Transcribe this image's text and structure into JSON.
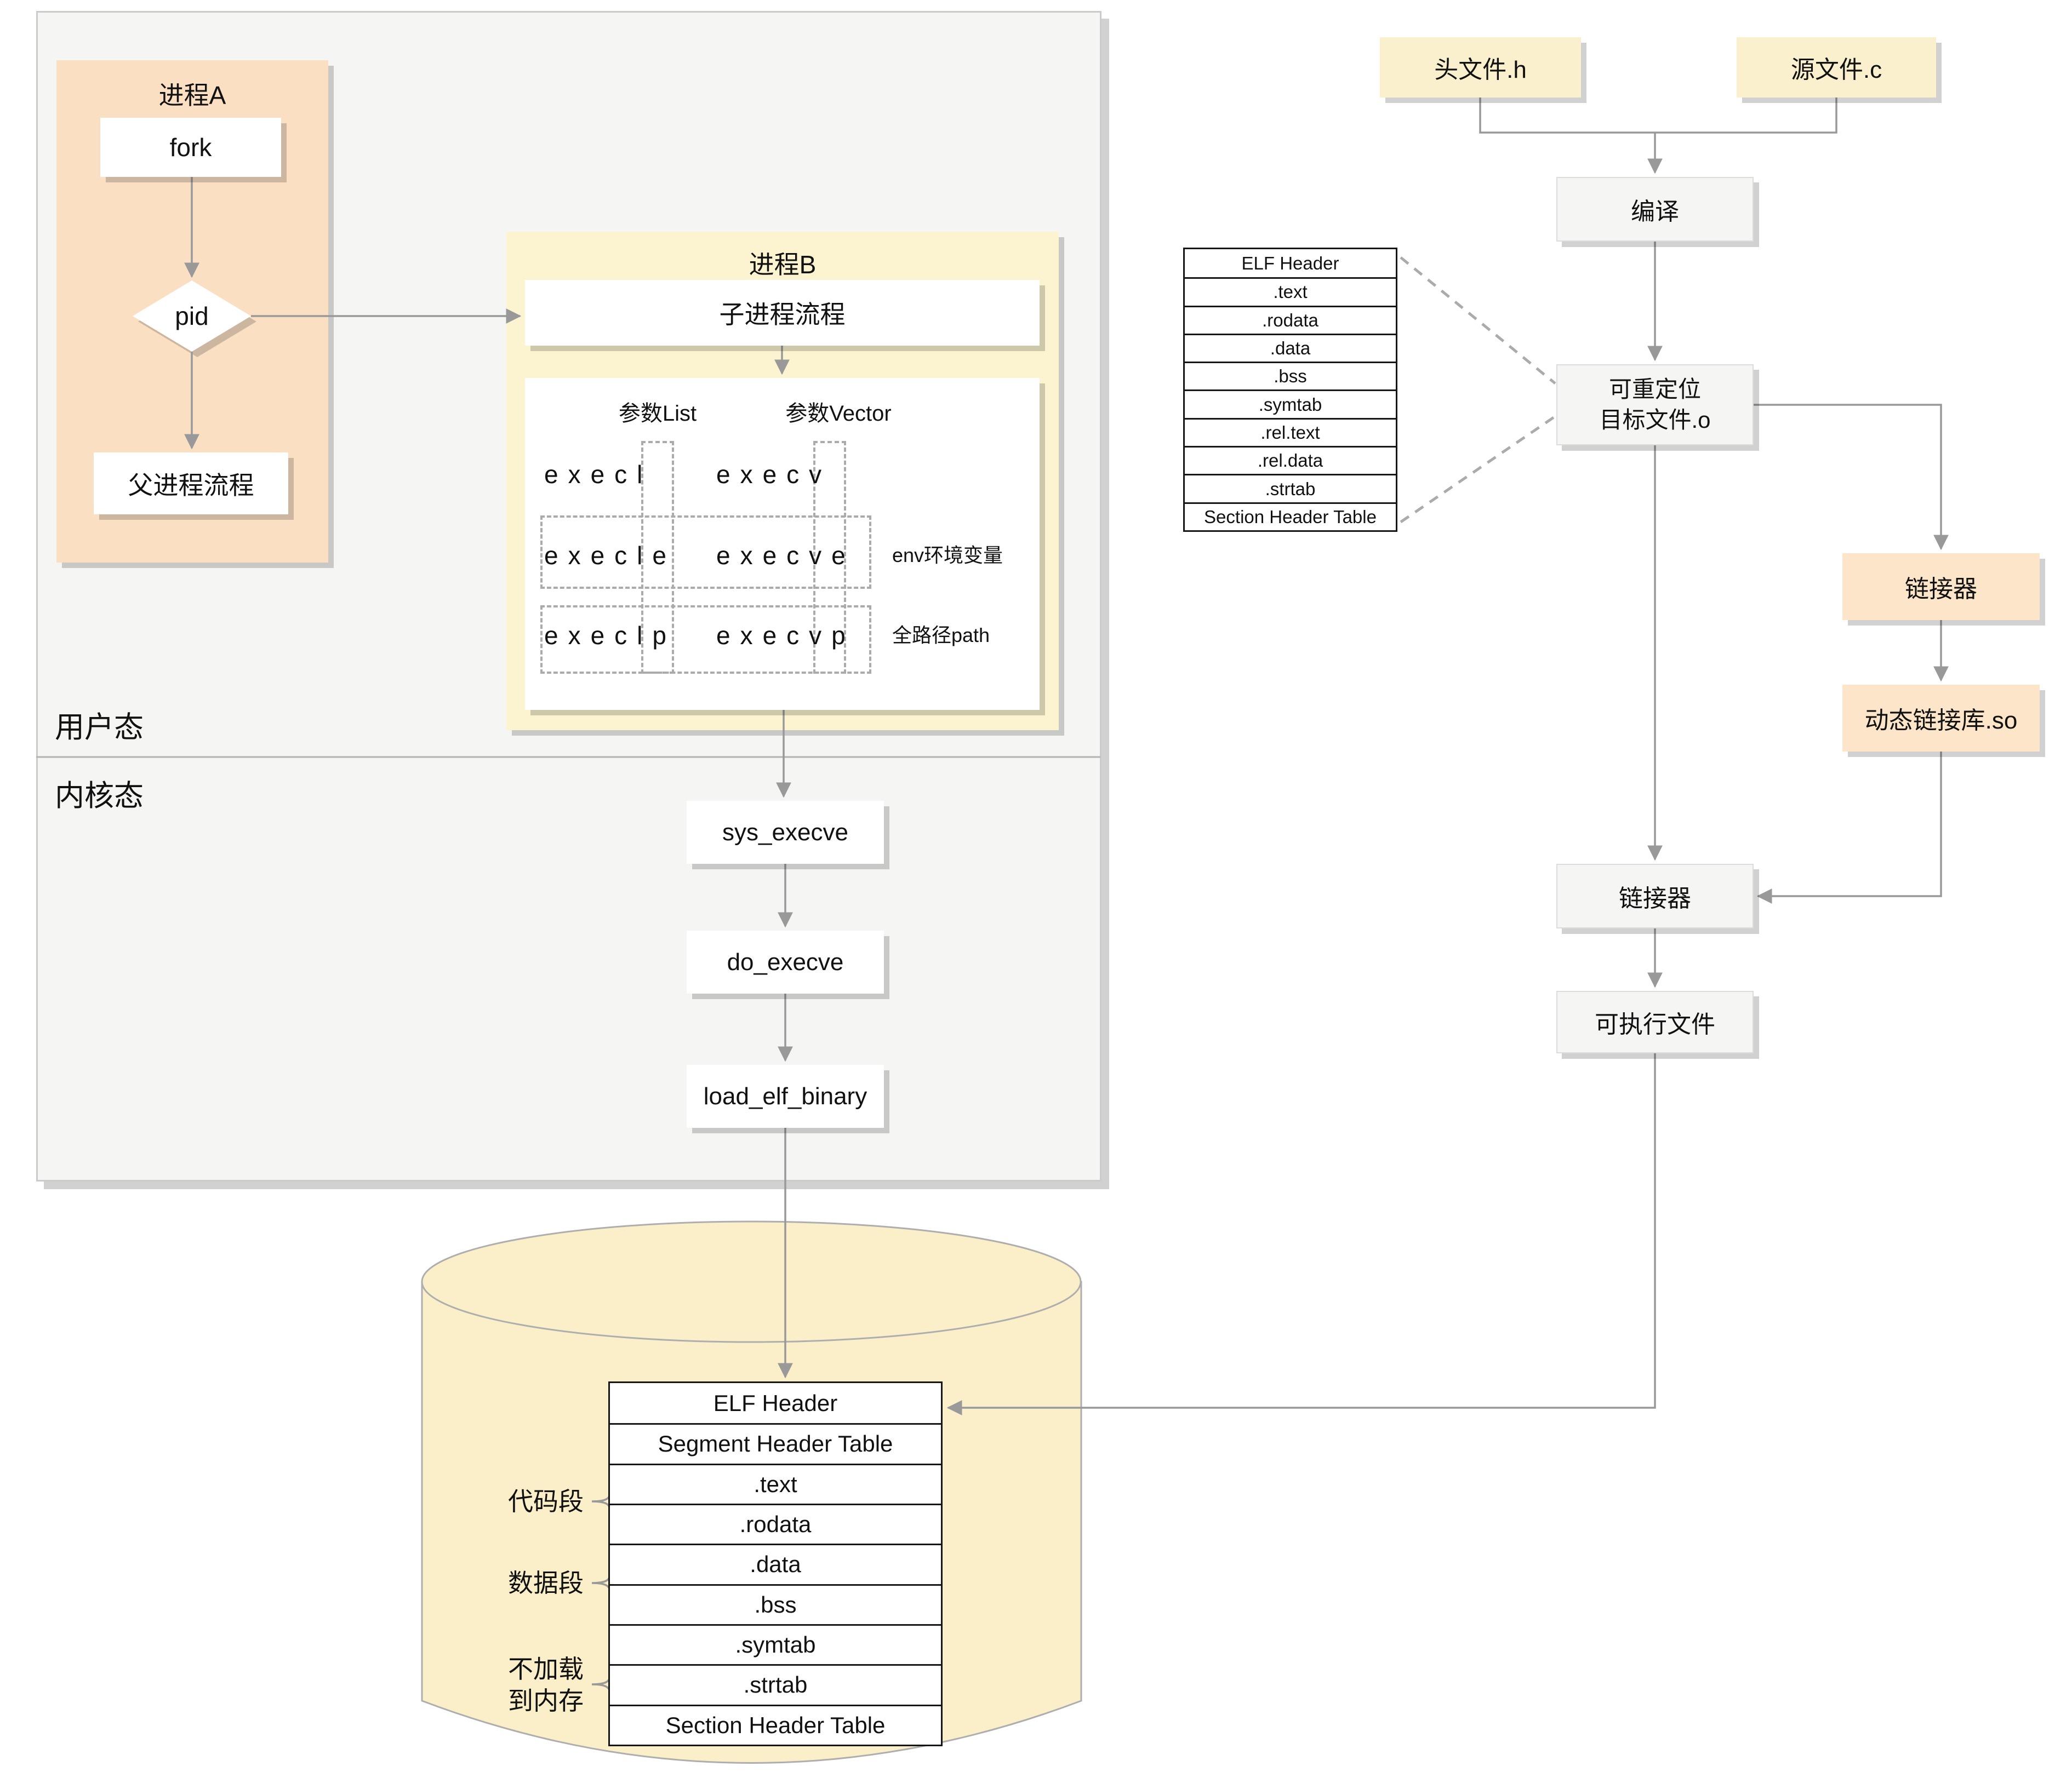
{
  "colors": {
    "panel-bg": "#F5F5F3",
    "panel-border": "#CBCBCB",
    "process-a-bg": "#FBDFC2",
    "process-b-bg": "#FCF4D0",
    "file-box-bg": "#FAF0CD",
    "orange-box-bg": "#FCE5C8",
    "gray-box-bg": "#F5F5F4",
    "gray-box-border": "#DCDCDC",
    "cylinder-bg": "#FAEFC8",
    "cylinder-stroke": "#AEAEAE",
    "line": "#999999",
    "dashed": "#ABABAB",
    "table-border": "#161616",
    "text": "#111111"
  },
  "modes": {
    "user_mode_label": "用户态",
    "kernel_mode_label": "内核态"
  },
  "process_a": {
    "title": "进程A",
    "fork": "fork",
    "pid": "pid",
    "parent_flow": "父进程流程"
  },
  "process_b": {
    "title": "进程B",
    "child_flow": "子进程流程",
    "param_list_header": "参数List",
    "param_vector_header": "参数Vector",
    "exec_rows": [
      {
        "list": "execl",
        "vector": "execv",
        "note": ""
      },
      {
        "list": "execle",
        "vector": "execve",
        "note": "env环境变量"
      },
      {
        "list": "execlp",
        "vector": "execvp",
        "note": "全路径path"
      }
    ]
  },
  "kernel_flow": {
    "steps": [
      "sys_execve",
      "do_execve",
      "load_elf_binary"
    ]
  },
  "disk": {
    "elf_rows": [
      "ELF Header",
      "Segment Header Table",
      ".text",
      ".rodata",
      ".data",
      ".bss",
      ".symtab",
      ".strtab",
      "Section Header Table"
    ],
    "group_code": "代码段",
    "group_data": "数据段",
    "group_noload_line1": "不加载",
    "group_noload_line2": "到内存"
  },
  "build_flow": {
    "header_file": "头文件.h",
    "source_file": "源文件.c",
    "compile": "编译",
    "relocatable_line1": "可重定位",
    "relocatable_line2": "目标文件.o",
    "object_rows": [
      "ELF Header",
      ".text",
      ".rodata",
      ".data",
      ".bss",
      ".symtab",
      ".rel.text",
      ".rel.data",
      ".strtab",
      "Section Header Table"
    ],
    "lib_linker": "链接器",
    "dynamic_lib": "动态链接库.so",
    "linker": "链接器",
    "executable": "可执行文件"
  }
}
